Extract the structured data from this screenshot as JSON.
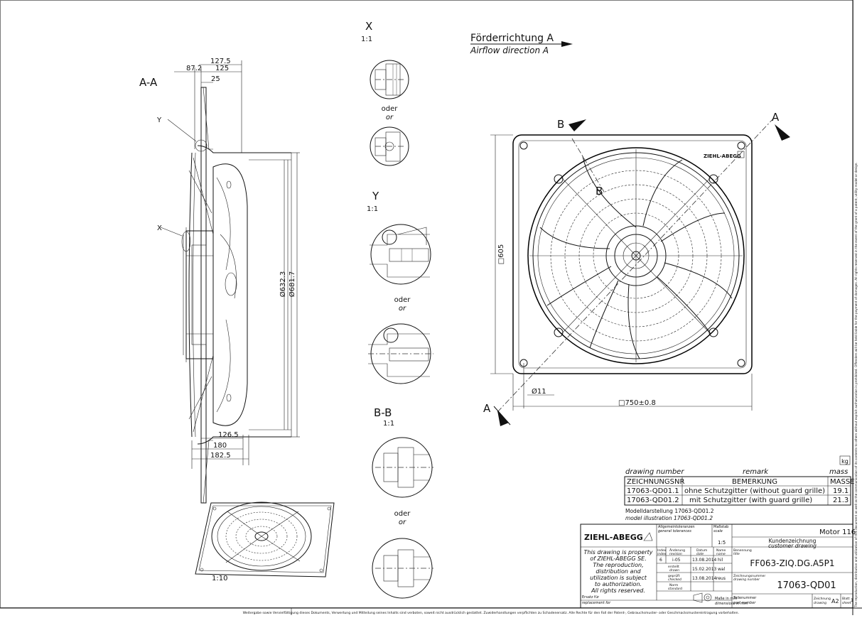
{
  "views": {
    "section_aa": "A-A",
    "detail_x": "X",
    "detail_x_scale": "1:1",
    "detail_y": "Y",
    "detail_y_scale": "1:1",
    "section_bb": "B-B",
    "section_bb_scale": "1:1",
    "iso_scale": "1:10",
    "callout_y": "Y",
    "callout_x": "X",
    "oder": "oder",
    "or": "or"
  },
  "airflow": {
    "de": "Förderrichtung A",
    "en": "Airflow direction A"
  },
  "dimensions": {
    "d127_5": "127.5",
    "d87_2": "87.2",
    "d125": "125",
    "d25": "25",
    "dia632": "Ø632.3",
    "dia681": "Ø681.7",
    "d126_5": "126.5",
    "d180": "180",
    "d182_5": "182.5",
    "sq605": "□605",
    "hole11": "Ø11",
    "sq750": "□750±0.8"
  },
  "section_marks": {
    "a": "A",
    "b": "B"
  },
  "brand": "ZIEHL-ABEGG",
  "parts_table": {
    "header_en": [
      "drawing number",
      "remark",
      "mass"
    ],
    "header_de": [
      "ZEICHNUNGSNR",
      "BEMERKUNG",
      "MASSE"
    ],
    "unit_icon": "kg",
    "rows": [
      [
        "17063-QD01.1",
        "ohne Schutzgitter (without guard grille)",
        "19.1"
      ],
      [
        "17063-QD01.2",
        "mit Schutzgitter (with guard grille)",
        "21.3"
      ]
    ]
  },
  "model_illustration": {
    "de": "Modelldarstellung 17063-QD01.2",
    "en": "model illustration 17063-QD01.2"
  },
  "title_block": {
    "logo": "ZIEHL-ABEGG",
    "tolerances_de": "Allgemeintoleranzen",
    "tolerances_en": "general tolerances",
    "scale_de": "Maßstab",
    "scale_en": "scale",
    "scale_value": "1:5",
    "property_text": [
      "This drawing is property",
      "of ZIEHL-ABEGG SE.",
      "The reproduction,",
      "distribution and",
      "utilization is subject",
      "to authorization.",
      "All rights reserved."
    ],
    "index_label": "Index",
    "index_label_en": "index",
    "change_label": "Änderung",
    "change_label_en": "revision",
    "date_label": "Datum",
    "date_label_en": "date",
    "name_label": "Name",
    "name_label_en": "name",
    "rev_index": "6",
    "rev_change": "i-05",
    "rev_date": "13.08.2014",
    "rev_name": "hil",
    "drawn_de": "erstellt",
    "drawn_en": "drawn",
    "drawn_date": "15.02.2013",
    "drawn_name": "wal",
    "checked_de": "geprüft",
    "checked_en": "checked",
    "checked_date": "13.08.2014",
    "checked_name": "reus",
    "standard_de": "Norm",
    "standard_en": "standard",
    "replacement_de": "Ersatz für",
    "replacement_en": "replacement for",
    "dimensions_de": "Maße in mm",
    "dimensions_en": "dimensions in mm",
    "motor": "Motor 116",
    "customer_de": "Kundenzeichnung",
    "customer_en": "customer drawing",
    "designation_de": "Benennung",
    "designation_en": "title",
    "designation": "FF063-ZIQ.DG.A5P1",
    "drawing_no_de": "Zeichnungsnummer",
    "drawing_no_en": "drawing number",
    "drawing_no": "17063-QD01",
    "part_no_de": "Teilenummer",
    "part_no_en": "part number",
    "format_de": "Zeichnung",
    "format_en": "drawing",
    "format": "A2",
    "sheet_de": "Blatt",
    "sheet_en": "sheet",
    "sheet": "1"
  },
  "footer": "Weitergabe sowie Vervielfältigung dieses Dokuments, Verwertung und Mitteilung seines Inhalts sind verboten, soweit nicht ausdrücklich gestattet. Zuwiderhandlungen verpflichten zu Schadenersatz. Alle Rechte für den Fall der Patent-, Gebrauchsmuster- oder Geschmacksmustereintragung vorbehalten.",
  "side_note": "The reproduction, distribution and utilization of this document as well as the communication of its contents to others without explicit authorization is prohibited. Offenders will be held liable for the payment of damages. All rights reserved in the event of the grant of a patent, utility model or design."
}
